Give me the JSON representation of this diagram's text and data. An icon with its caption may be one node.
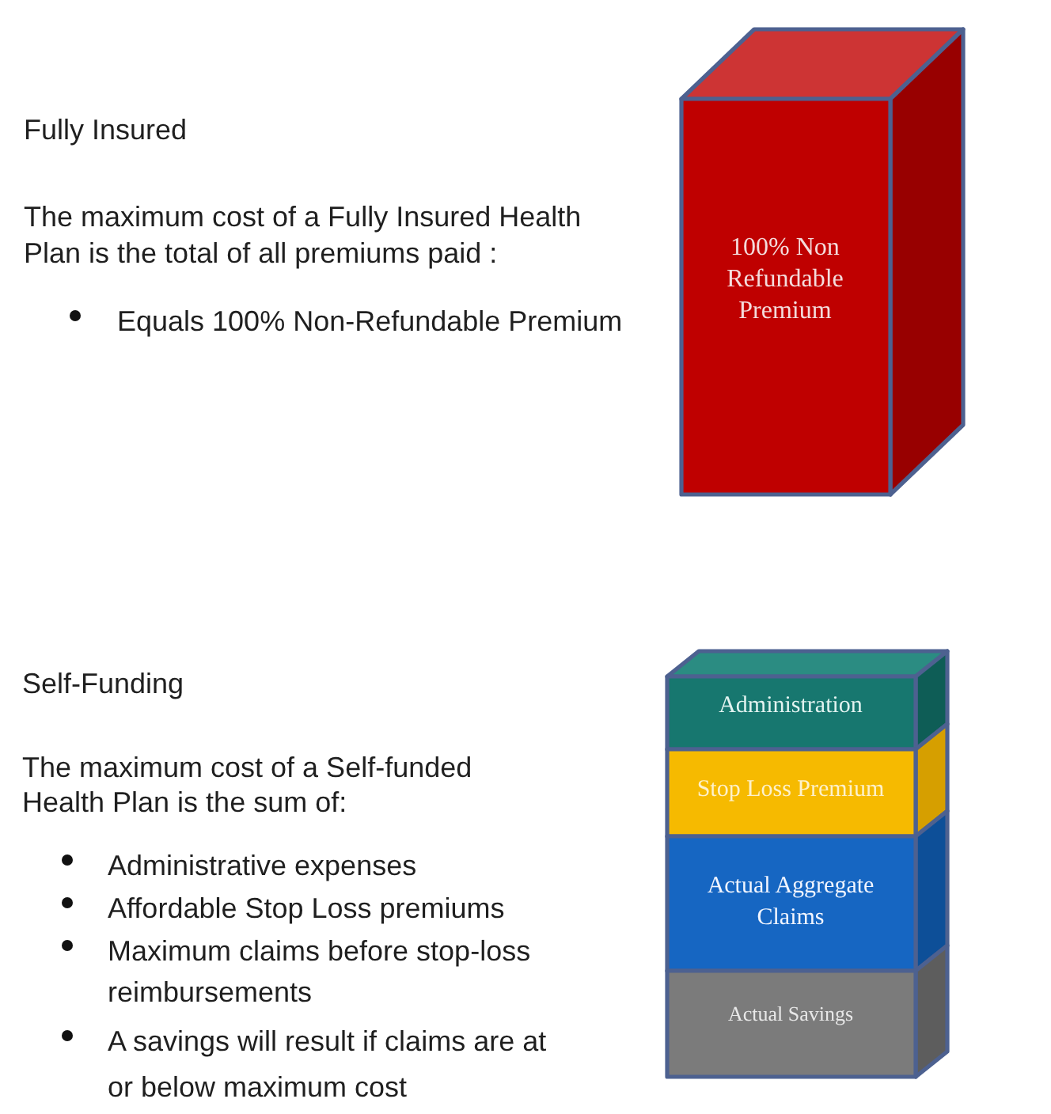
{
  "diagram": {
    "nodes": [
      {
        "text": [
          "100% Non Refundable Premium"
        ]
      },
      {
        "text": [
          "Administration"
        ]
      },
      {
        "text": [
          "Stop Loss Premium"
        ]
      },
      {
        "text": [
          "Actual Aggregate Claims"
        ]
      },
      {
        "text": [
          "Actual Savings"
        ]
      }
    ],
    "labels": [
      "Fully Insured",
      "The maximum cost of a Fully Insured Health Plan is the total of all premiums paid :",
      "Equals 100% Non-Refundable Premium",
      "Self-Funding",
      "The maximum cost of a Self-funded Health Plan is the sum of:",
      "Administrative expenses",
      "Affordable Stop Loss premiums",
      "Maximum claims before stop-loss reimbursements",
      "A savings will result if claims are at or below maximum cost"
    ]
  }
}
